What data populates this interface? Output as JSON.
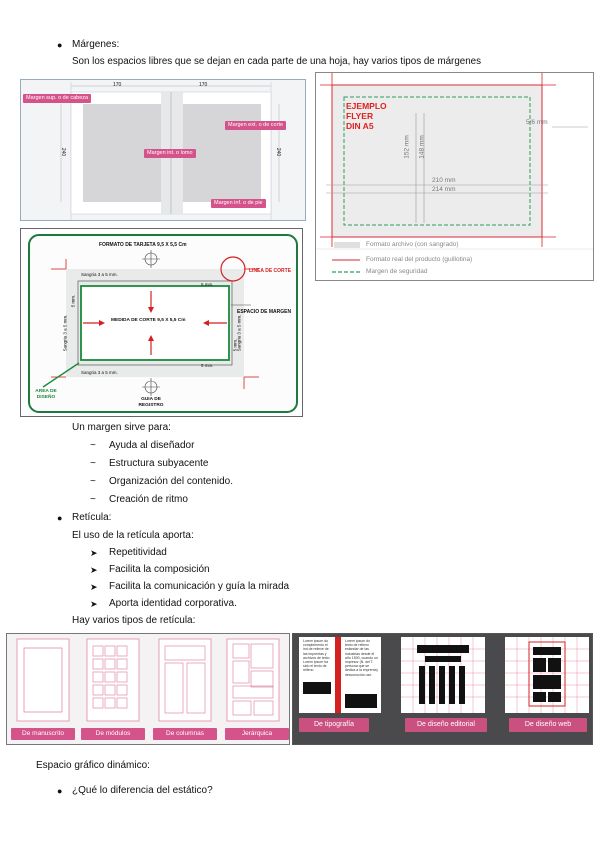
{
  "margenes": {
    "title": "Márgenes:",
    "desc": "Son los espacios libres que se dejan en cada parte de una hoja, hay varios tipos de márgenes"
  },
  "fig1": {
    "dim_top_left": "170",
    "dim_top_right": "170",
    "dim_left": "240",
    "dim_right": "240",
    "labels": [
      "Margen sup. o de cabeza",
      "Margen ext. o de corte",
      "Margen int. o lomo",
      "Margen inf. o de pie"
    ]
  },
  "fig2": {
    "title_lines": [
      "EJEMPLO",
      "FLYER",
      "DIN A5"
    ],
    "dim_210": "210 mm",
    "dim_214": "214 mm",
    "dim_148": "148 mm",
    "dim_152": "152 mm",
    "dim_5": "5/6 mm",
    "legend": [
      "Formato archivo (con sangrado)",
      "Formato real del producto (guillotina)",
      "Margen de seguridad"
    ],
    "colors": {
      "bleed": "#e8e8e8",
      "trim": "#d9232d",
      "safe": "#2e9e5b"
    }
  },
  "fig3": {
    "title": "FORMATO DE TARJETA 9,5 X 5,5 Cm",
    "linea_corte": "LINEA DE CORTE",
    "espacio_margen": "ESPACIO DE MARGEN",
    "medida": "MEDIDA DE CORTE 9,5 X 5,5 Cm",
    "sangria_top": "Sangria 3 a 5 mm.",
    "sangria_bottom": "Sangria 3 a 5 mm.",
    "sangria_left": "Sangria 3 a 5 mm.",
    "sangria_right": "Sangria 3 a 5 mm.",
    "mm5_top": "5 mm.",
    "mm5_bottom": "5 mm.",
    "mm5_left": "5 mm.",
    "mm5_right": "5 mm.",
    "area": "AREA DE DISEÑO",
    "guia": "GUIA DE REGISTRO"
  },
  "margen_sirve": {
    "intro": "Un margen sirve para:",
    "items": [
      "Ayuda al diseñador",
      "Estructura subyacente",
      "Organización del contenido.",
      "Creación de ritmo"
    ]
  },
  "reticula": {
    "title": "Retícula:",
    "intro": "El uso de la retícula aporta:",
    "items": [
      "Repetitividad",
      "Facilita la composición",
      "Facilita la comunicación y guía la mirada",
      "Aporta identidad corporativa."
    ],
    "tipos": "Hay varios tipos de retícula:"
  },
  "grid_types_1": [
    "De manuscrito",
    "De módulos",
    "De columnas",
    "Jerárquica"
  ],
  "grid_types_2": [
    "De tipografía",
    "De diseño editorial",
    "De diseño web"
  ],
  "typo_text": {
    "col1": "Lorem ipsum do complemento el ind de relieve de las imprentas y archivos de texto. Lorem ipsum ha sido el texto de relleno",
    "col2": "Lorem ipsum do texto de relleno estándar de las industrias desde el año 1500, cuando un impresor (N. del T. persona que se dedica a la imprenta) desconocido usó"
  },
  "dinamico": {
    "title": "Espacio gráfico dinámico:",
    "q": "¿Qué lo diferencia del estático?"
  }
}
